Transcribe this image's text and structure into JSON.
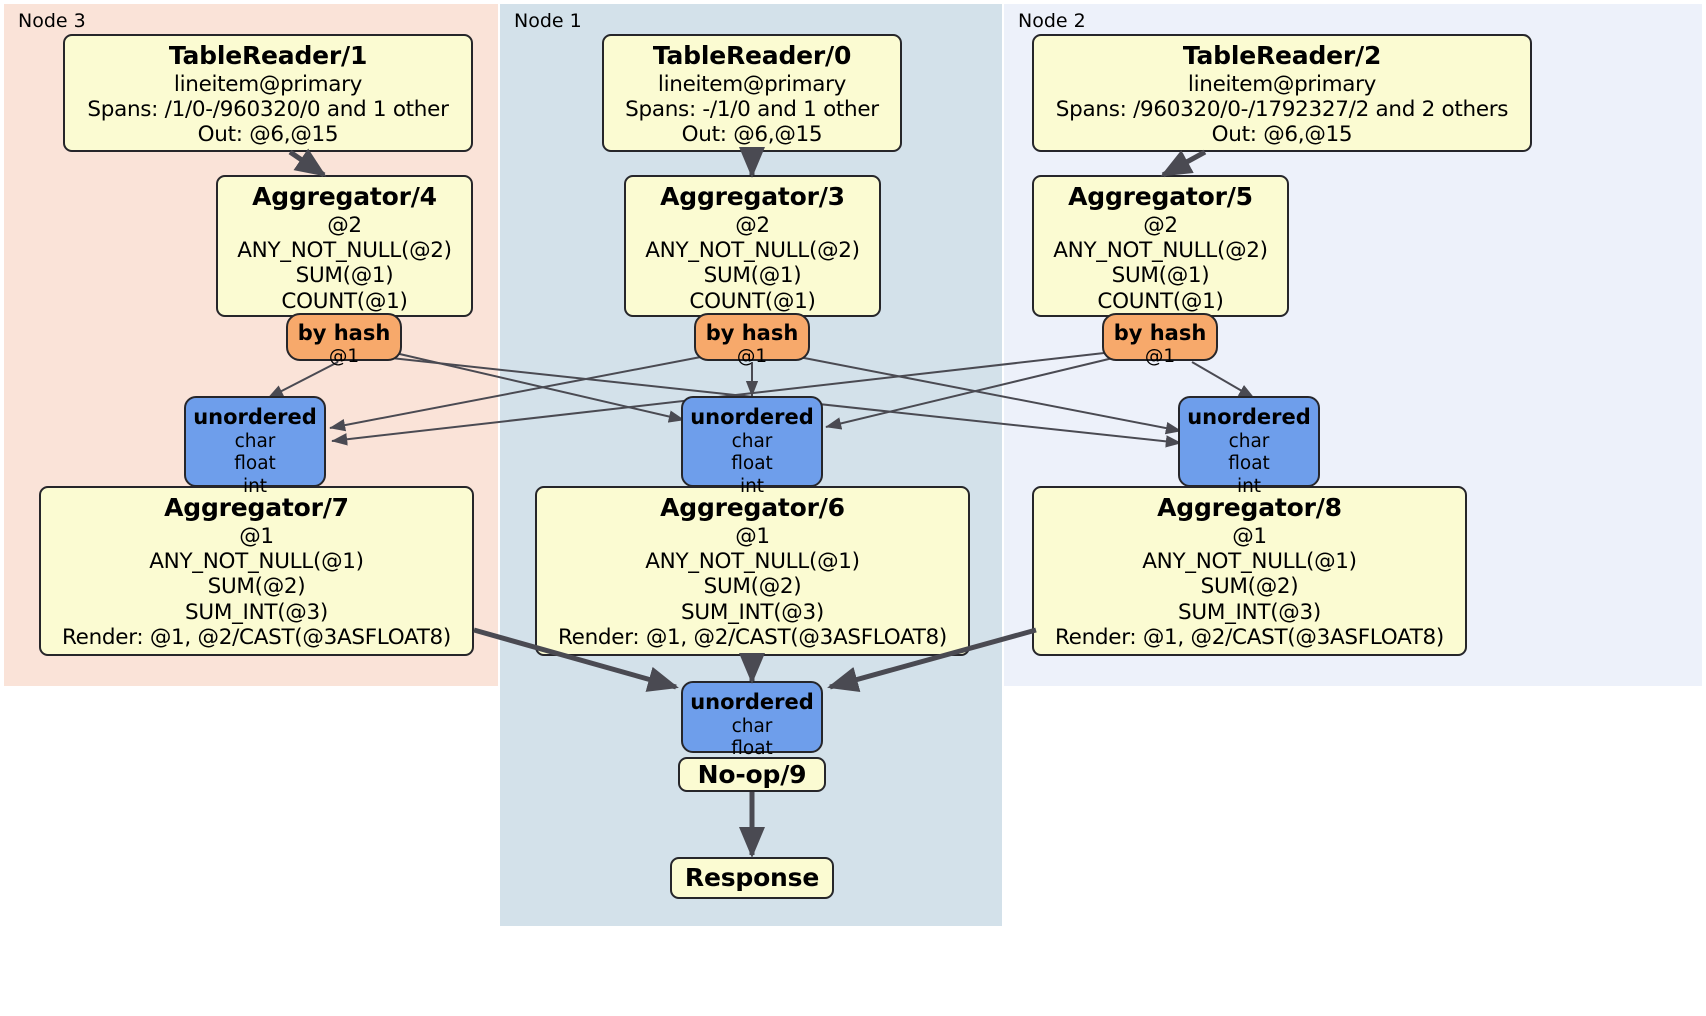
{
  "diagram": {
    "type": "distributed-query-plan",
    "colors": {
      "node3_bg": "#fae3d8",
      "node1_bg": "#d3e1ea",
      "node2_bg": "#edf1fa",
      "processor_fill": "#fbfbd2",
      "router_fill": "#f7a96b",
      "synchronizer_fill": "#6e9eeb",
      "stroke": "#26262a",
      "edge": "#4a4a52"
    }
  },
  "nodes": [
    {
      "id": "node3",
      "label": "Node 3"
    },
    {
      "id": "node1",
      "label": "Node 1"
    },
    {
      "id": "node2",
      "label": "Node 2"
    }
  ],
  "processors": {
    "table_reader_1": {
      "title": "TableReader/1",
      "lines": [
        "lineitem@primary",
        "Spans: /1/0-/960320/0 and 1 other",
        "Out: @6,@15"
      ]
    },
    "table_reader_0": {
      "title": "TableReader/0",
      "lines": [
        "lineitem@primary",
        "Spans: -/1/0 and 1 other",
        "Out: @6,@15"
      ]
    },
    "table_reader_2": {
      "title": "TableReader/2",
      "lines": [
        "lineitem@primary",
        "Spans: /960320/0-/1792327/2 and 2 others",
        "Out: @6,@15"
      ]
    },
    "aggregator_4": {
      "title": "Aggregator/4",
      "lines": [
        "@2",
        "ANY_NOT_NULL(@2)",
        "SUM(@1)",
        "COUNT(@1)"
      ]
    },
    "aggregator_3": {
      "title": "Aggregator/3",
      "lines": [
        "@2",
        "ANY_NOT_NULL(@2)",
        "SUM(@1)",
        "COUNT(@1)"
      ]
    },
    "aggregator_5": {
      "title": "Aggregator/5",
      "lines": [
        "@2",
        "ANY_NOT_NULL(@2)",
        "SUM(@1)",
        "COUNT(@1)"
      ]
    },
    "aggregator_7": {
      "title": "Aggregator/7",
      "lines": [
        "@1",
        "ANY_NOT_NULL(@1)",
        "SUM(@2)",
        "SUM_INT(@3)",
        "Render: @1, @2/CAST(@3ASFLOAT8)"
      ]
    },
    "aggregator_6": {
      "title": "Aggregator/6",
      "lines": [
        "@1",
        "ANY_NOT_NULL(@1)",
        "SUM(@2)",
        "SUM_INT(@3)",
        "Render: @1, @2/CAST(@3ASFLOAT8)"
      ]
    },
    "aggregator_8": {
      "title": "Aggregator/8",
      "lines": [
        "@1",
        "ANY_NOT_NULL(@1)",
        "SUM(@2)",
        "SUM_INT(@3)",
        "Render: @1, @2/CAST(@3ASFLOAT8)"
      ]
    },
    "noop_9": {
      "title": "No-op/9"
    },
    "response": {
      "title": "Response"
    }
  },
  "routers": {
    "by_hash_left": {
      "title": "by hash",
      "line": "@1"
    },
    "by_hash_center": {
      "title": "by hash",
      "line": "@1"
    },
    "by_hash_right": {
      "title": "by hash",
      "line": "@1"
    }
  },
  "synchronizers": {
    "unordered_left": {
      "title": "unordered",
      "lines": [
        "char",
        "float",
        "int"
      ]
    },
    "unordered_center": {
      "title": "unordered",
      "lines": [
        "char",
        "float",
        "int"
      ]
    },
    "unordered_right": {
      "title": "unordered",
      "lines": [
        "char",
        "float",
        "int"
      ]
    },
    "unordered_final": {
      "title": "unordered",
      "lines": [
        "char",
        "float"
      ]
    }
  }
}
